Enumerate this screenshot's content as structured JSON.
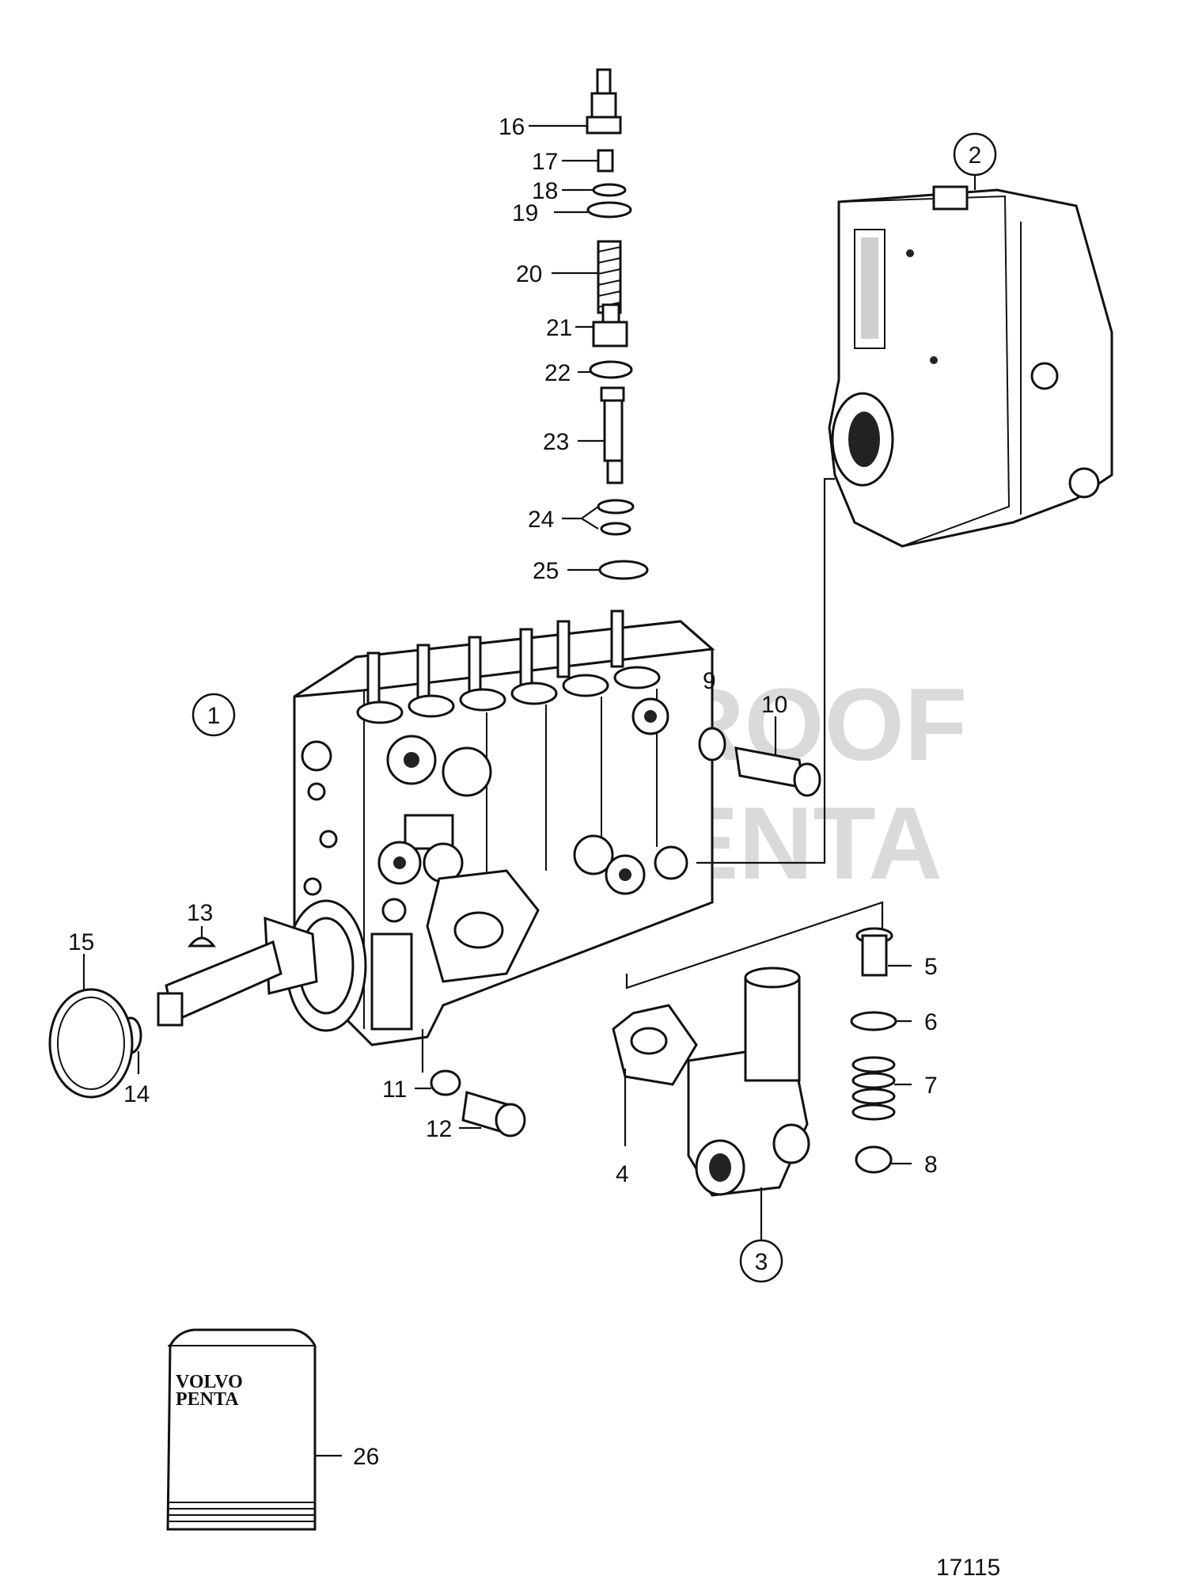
{
  "callouts": [
    "1",
    "2",
    "3",
    "4",
    "5",
    "6",
    "7",
    "8",
    "9",
    "10",
    "11",
    "12",
    "13",
    "14",
    "15",
    "16",
    "17",
    "18",
    "19",
    "20",
    "21",
    "22",
    "23",
    "24",
    "25",
    "26"
  ],
  "drawing_number": "17115",
  "logo": {
    "line1": "VOLVO",
    "line2": "PENTA"
  },
  "watermark": {
    "line1": "PROOF",
    "line2": "PENTA"
  }
}
